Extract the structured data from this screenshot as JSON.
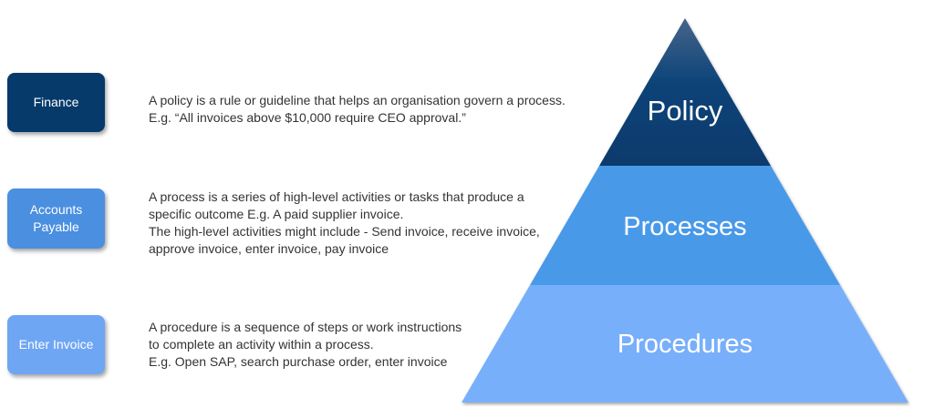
{
  "levels": [
    {
      "box_label": "Finance",
      "description": "A policy is a rule or guideline that helps an organisation govern a process.\nE.g. “All invoices above $10,000 require CEO approval.”",
      "pyramid_label": "Policy",
      "box_color": "#053a6b",
      "pyramid_color": "#0b3f73"
    },
    {
      "box_label": "Accounts\nPayable",
      "description": "A process is a series of high-level activities or tasks that produce a\nspecific outcome E.g. A paid supplier invoice.\nThe high-level activities might include - Send invoice, receive invoice,\napprove invoice, enter invoice, pay invoice",
      "pyramid_label": "Processes",
      "box_color": "#4a8fe0",
      "pyramid_color": "#4a99e9"
    },
    {
      "box_label": "Enter Invoice",
      "description": "A procedure is a sequence of steps or work instructions\nto complete an activity within a process.\nE.g. Open SAP, search purchase order, enter invoice",
      "pyramid_label": "Procedures",
      "box_color": "#6ea6f4",
      "pyramid_color": "#78affa"
    }
  ]
}
